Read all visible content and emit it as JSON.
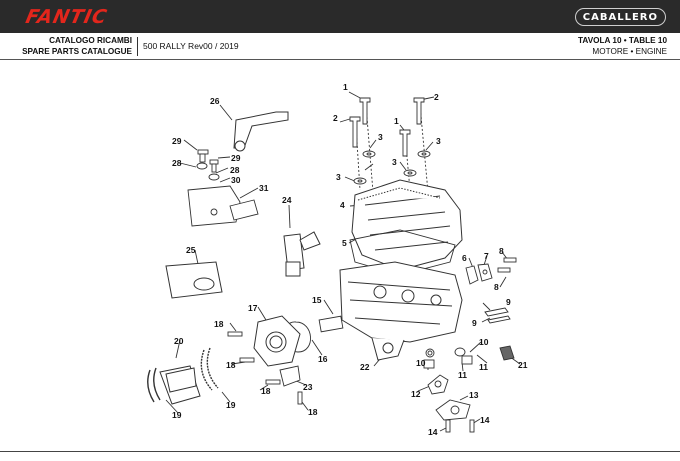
{
  "header": {
    "brand": "FANTIC",
    "model_badge": "CABALLERO",
    "catalog_line1": "CATALOGO RICAMBI",
    "catalog_line2": "SPARE PARTS CATALOGUE",
    "model_info": "500 RALLY Rev00 / 2019",
    "table_line1": "TAVOLA 10 • TABLE 10",
    "table_line2": "MOTORE • ENGINE"
  },
  "callouts": [
    "1",
    "2",
    "2",
    "1",
    "3",
    "3",
    "3",
    "3",
    "4",
    "5",
    "6",
    "7",
    "8",
    "8",
    "9",
    "9",
    "10",
    "10",
    "11",
    "11",
    "12",
    "13",
    "14",
    "14",
    "15",
    "16",
    "17",
    "18",
    "18",
    "18",
    "18",
    "19",
    "19",
    "20",
    "21",
    "22",
    "23",
    "24",
    "25",
    "26",
    "28",
    "28",
    "29",
    "29",
    "30",
    "31"
  ]
}
